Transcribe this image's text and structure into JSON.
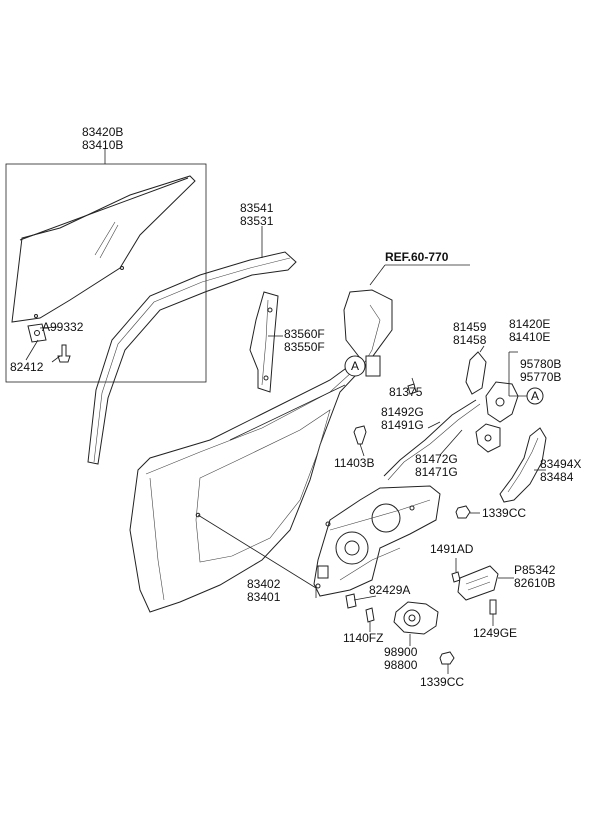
{
  "ref_label": "REF.60-770",
  "callout_letter": "A",
  "parts": {
    "glass": [
      "83420B",
      "83410B"
    ],
    "bolt_a": "A99332",
    "bracket": "82412",
    "channel": [
      "83541",
      "83531"
    ],
    "run_channel": [
      "83560F",
      "83550F"
    ],
    "lock_rod_bracket": [
      "81459",
      "81458"
    ],
    "latch": [
      "81420E",
      "81410E"
    ],
    "sensor": [
      "95780B",
      "95770B"
    ],
    "clip": "81375",
    "cable_a": [
      "81492G",
      "81491G"
    ],
    "cable_b": [
      "81472G",
      "81471G"
    ],
    "screw_a": "11403B",
    "handle": [
      "83494X",
      "83484"
    ],
    "nut_a": "1339CC",
    "regulator": [
      "83402",
      "83401"
    ],
    "bolt_b": "1491AD",
    "switch": [
      "P85342",
      "82610B"
    ],
    "motor_bracket": "82429A",
    "screw_b": "1140FZ",
    "screw_c": "1249GE",
    "motor": [
      "98900",
      "98800"
    ],
    "nut_b": "1339CC"
  }
}
